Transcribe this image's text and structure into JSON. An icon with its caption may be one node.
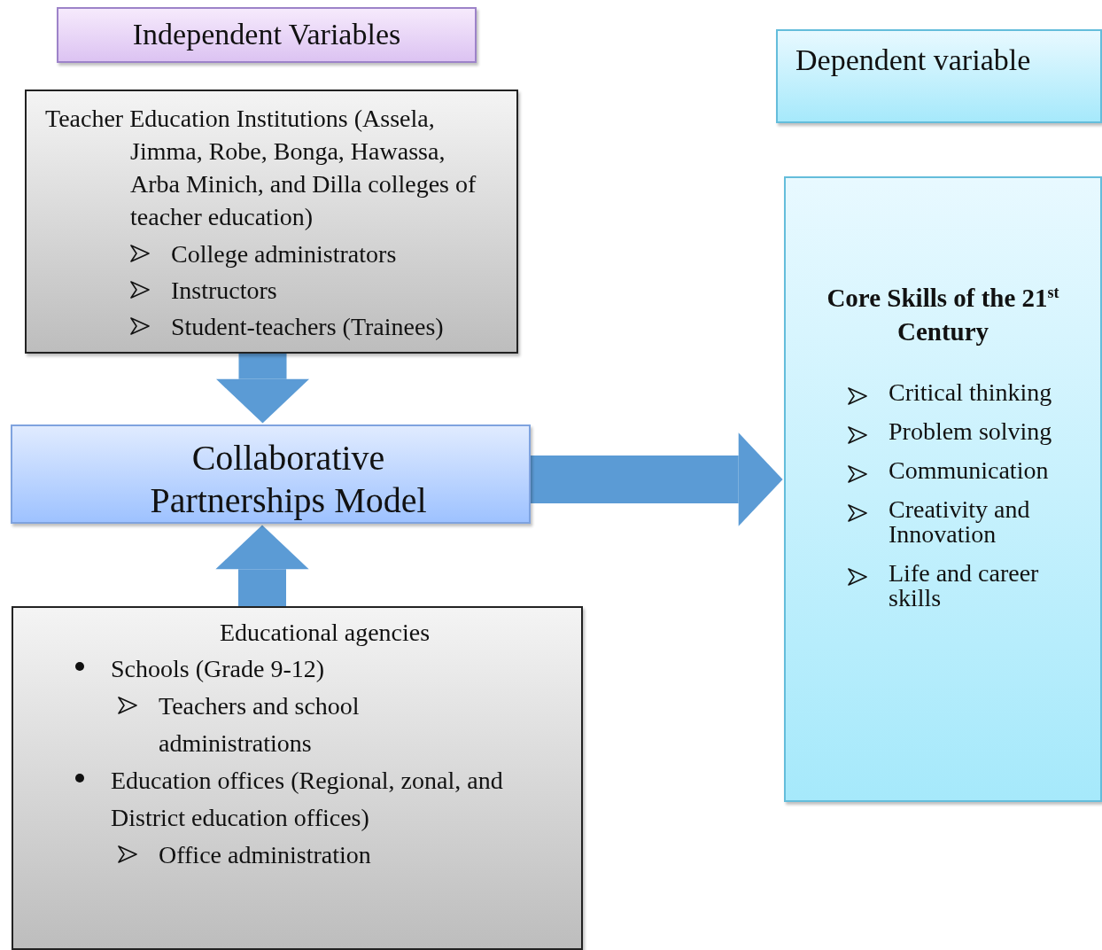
{
  "diagram": {
    "nodes": [
      {
        "text": [
          "Independent Variables"
        ]
      },
      {
        "text": [
          "Dependent variable"
        ]
      },
      {
        "text": [
          "Teacher Education Institutions (Assela, Jimma, Robe, Bonga, Hawassa, Arba Minich, and Dilla colleges of teacher education)",
          "College administrators",
          "Instructors",
          "Student-teachers (Trainees)"
        ]
      },
      {
        "text": [
          "Collaborative Partnerships Model"
        ]
      },
      {
        "text": [
          "Educational agencies",
          "Schools (Grade 9-12)",
          "Teachers and school administrations",
          "Education offices (Regional, zonal, and District education offices)",
          "Office administration"
        ]
      },
      {
        "text": [
          "Core Skills of the 21$^{st}$ Century",
          "Critical thinking",
          "Problem solving",
          "Communication",
          "Creativity and Innovation",
          "Life and career skills"
        ]
      }
    ],
    "edges": [
      {
        "from": 2,
        "to": 3,
        "arrow": "to"
      },
      {
        "from": 4,
        "to": 3,
        "arrow": "to"
      },
      {
        "from": 3,
        "to": 5,
        "arrow": "to"
      }
    ]
  }
}
